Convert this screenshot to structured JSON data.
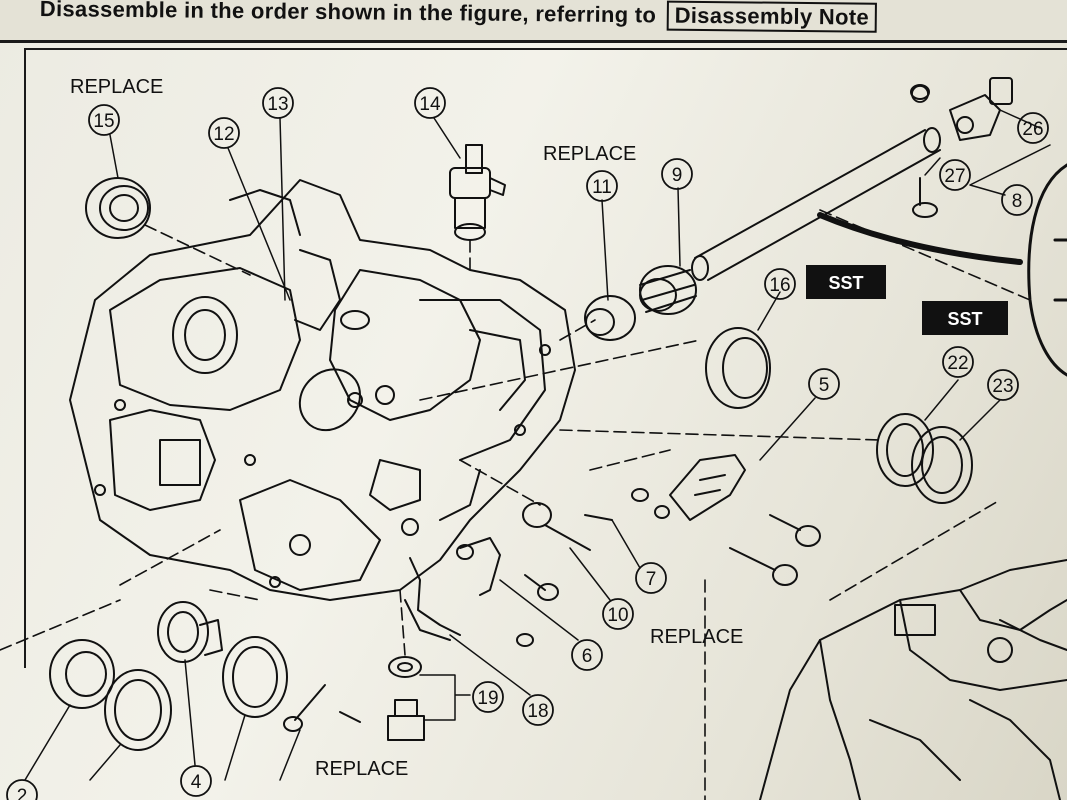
{
  "header": {
    "instruction": "Disassemble in the order shown in the figure, referring to",
    "reference_box": "Disassembly Note"
  },
  "labels": {
    "replace_15": "REPLACE",
    "replace_11": "REPLACE",
    "replace_right": "REPLACE",
    "replace_bottom": "REPLACE",
    "sst_16": "SST",
    "sst_22": "SST"
  },
  "callouts": [
    "2",
    "4",
    "5",
    "6",
    "7",
    "8",
    "9",
    "10",
    "11",
    "12",
    "13",
    "14",
    "15",
    "16",
    "18",
    "19",
    "22",
    "23",
    "26",
    "27"
  ]
}
